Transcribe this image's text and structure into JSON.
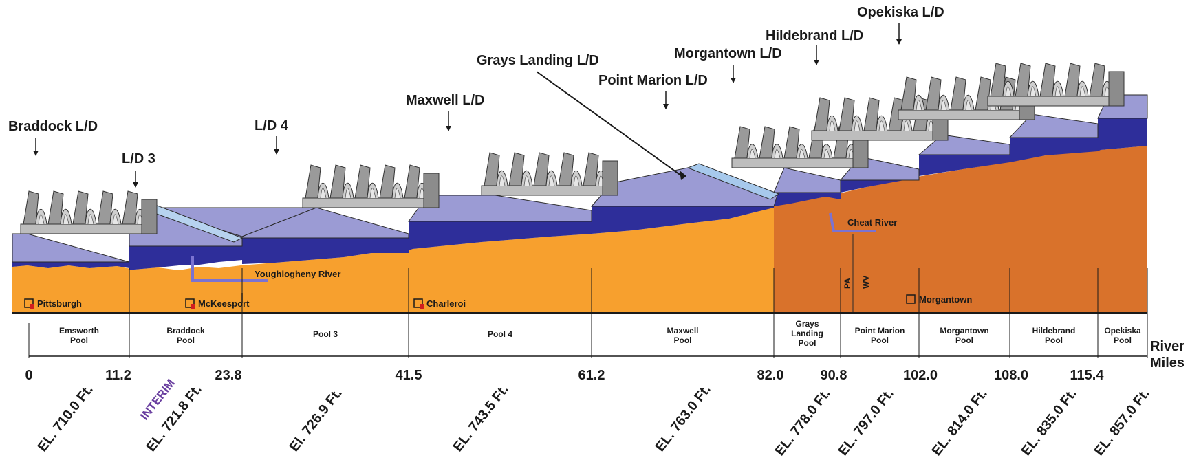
{
  "dams": [
    {
      "name": "Braddock L/D"
    },
    {
      "name": "L/D 3"
    },
    {
      "name": "L/D 4"
    },
    {
      "name": "Maxwell L/D"
    },
    {
      "name": "Grays Landing L/D"
    },
    {
      "name": "Point Marion L/D"
    },
    {
      "name": "Morgantown L/D"
    },
    {
      "name": "Hildebrand L/D"
    },
    {
      "name": "Opekiska L/D"
    }
  ],
  "pools": [
    {
      "line1": "Emsworth",
      "line2": "Pool",
      "line3": ""
    },
    {
      "line1": "Braddock",
      "line2": "Pool",
      "line3": ""
    },
    {
      "line1": "Pool 3",
      "line2": "",
      "line3": ""
    },
    {
      "line1": "Pool 4",
      "line2": "",
      "line3": ""
    },
    {
      "line1": "Maxwell",
      "line2": "Pool",
      "line3": ""
    },
    {
      "line1": "Grays",
      "line2": "Landing",
      "line3": "Pool"
    },
    {
      "line1": "Point Marion",
      "line2": "Pool",
      "line3": ""
    },
    {
      "line1": "Morgantown",
      "line2": "Pool",
      "line3": ""
    },
    {
      "line1": "Hildebrand",
      "line2": "Pool",
      "line3": ""
    },
    {
      "line1": "Opekiska",
      "line2": "Pool",
      "line3": ""
    }
  ],
  "river_miles": [
    "0",
    "11.2",
    "23.8",
    "41.5",
    "61.2",
    "82.0",
    "90.8",
    "102.0",
    "108.0",
    "115.4"
  ],
  "river_miles_label": {
    "line1": "River",
    "line2": "Miles"
  },
  "elevations": [
    "EL. 710.0 Ft.",
    "EL. 721.8 Ft.",
    "El. 726.9 Ft.",
    "EL. 743.5 Ft.",
    "EL. 763.0 Ft.",
    "EL. 778.0 Ft.",
    "EL. 797.0 Ft.",
    "EL. 814.0 Ft.",
    "EL. 835.0 Ft.",
    "EL. 857.0 Ft."
  ],
  "interim_label": "INTERIM",
  "cities": [
    "Pittsburgh",
    "McKeesport",
    "Charleroi",
    "Morgantown"
  ],
  "rivers": [
    "Youghiogheny River",
    "Cheat River"
  ],
  "states": [
    "PA",
    "WV"
  ],
  "colors": {
    "pool_water": "#9b9bd4",
    "deep_water": "#2e2e9a",
    "ground_pa": "#f7a02e",
    "ground_wv": "#d9722b",
    "dam_gray": "#9a9a9a",
    "dam_light": "#c8c8c8",
    "river_line": "#7b73d1",
    "city_marker": "#d11f1f"
  }
}
